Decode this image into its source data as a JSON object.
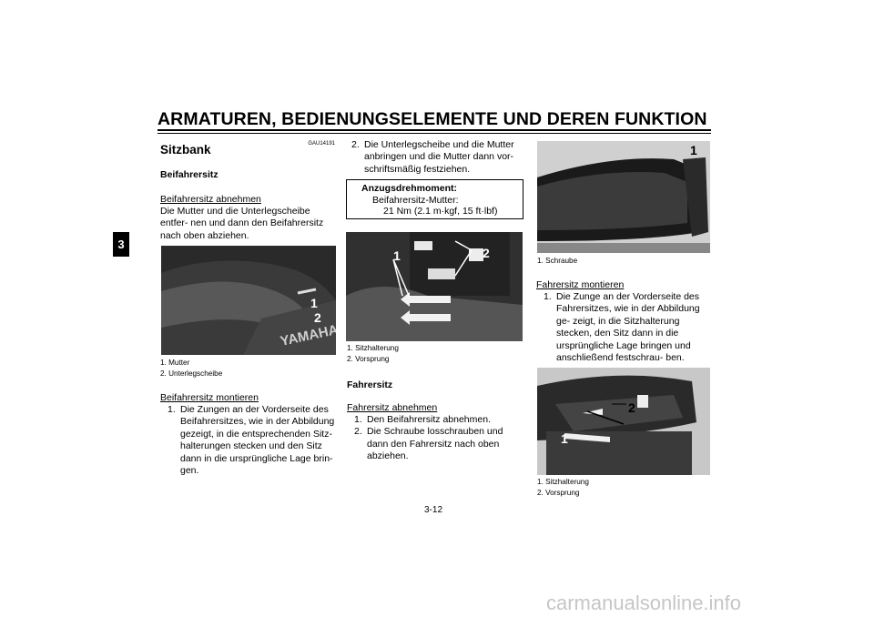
{
  "header": {
    "title": "ARMATUREN, BEDIENUNGSELEMENTE UND DEREN FUNKTION",
    "chapter": "3"
  },
  "col1": {
    "code": "GAU14191",
    "section_title": "Sitzbank",
    "subsection": "Beifahrersitz",
    "remove_heading": "Beifahrersitz abnehmen",
    "remove_text": "Die Mutter und die Unterlegscheibe entfer- nen und dann den Beifahrersitz nach oben abziehen.",
    "photo1_labels": [
      "1",
      "2"
    ],
    "photo1_brand": "YAMAHA",
    "caption": [
      "1. Mutter",
      "2. Unterlegscheibe"
    ],
    "install_heading": "Beifahrersitz montieren",
    "install_steps": [
      {
        "n": "1.",
        "text": "Die Zungen an der Vorderseite des Beifahrersitzes, wie in der Abbildung gezeigt, in die entsprechenden Sitz- halterungen stecken und den Sitz dann in die ursprüngliche Lage brin- gen."
      }
    ]
  },
  "col2": {
    "steps": [
      {
        "n": "2.",
        "text": "Die Unterlegscheibe und die Mutter anbringen und die Mutter dann vor- schriftsmäßig festziehen."
      }
    ],
    "torque_label": "Anzugsdrehmoment:",
    "torque_item": "Beifahrersitz-Mutter:",
    "torque_value": "21 Nm (2.1 m·kgf, 15 ft·lbf)",
    "photo2_labels": [
      "1",
      "2"
    ],
    "caption": [
      "1. Sitzhalterung",
      "2. Vorsprung"
    ],
    "section2": "Fahrersitz",
    "remove_heading": "Fahrersitz abnehmen",
    "remove_steps": [
      {
        "n": "1.",
        "text": "Den Beifahrersitz abnehmen."
      },
      {
        "n": "2.",
        "text": "Die Schraube losschrauben und dann den Fahrersitz nach oben abziehen."
      }
    ]
  },
  "col3": {
    "photo3_labels": [
      "1"
    ],
    "caption_top": [
      "1. Schraube"
    ],
    "install_heading": "Fahrersitz montieren",
    "install_steps": [
      {
        "n": "1.",
        "text": "Die Zunge an der Vorderseite des Fahrersitzes, wie in der Abbildung ge- zeigt, in die Sitzhalterung stecken, den Sitz dann in die ursprüngliche Lage bringen und anschließend festschrau- ben."
      }
    ],
    "photo4_labels": [
      "1",
      "2"
    ],
    "caption_bottom": [
      "1. Sitzhalterung",
      "2. Vorsprung"
    ]
  },
  "footer": {
    "page": "3-12"
  },
  "watermark": "carmanualsonline.info"
}
